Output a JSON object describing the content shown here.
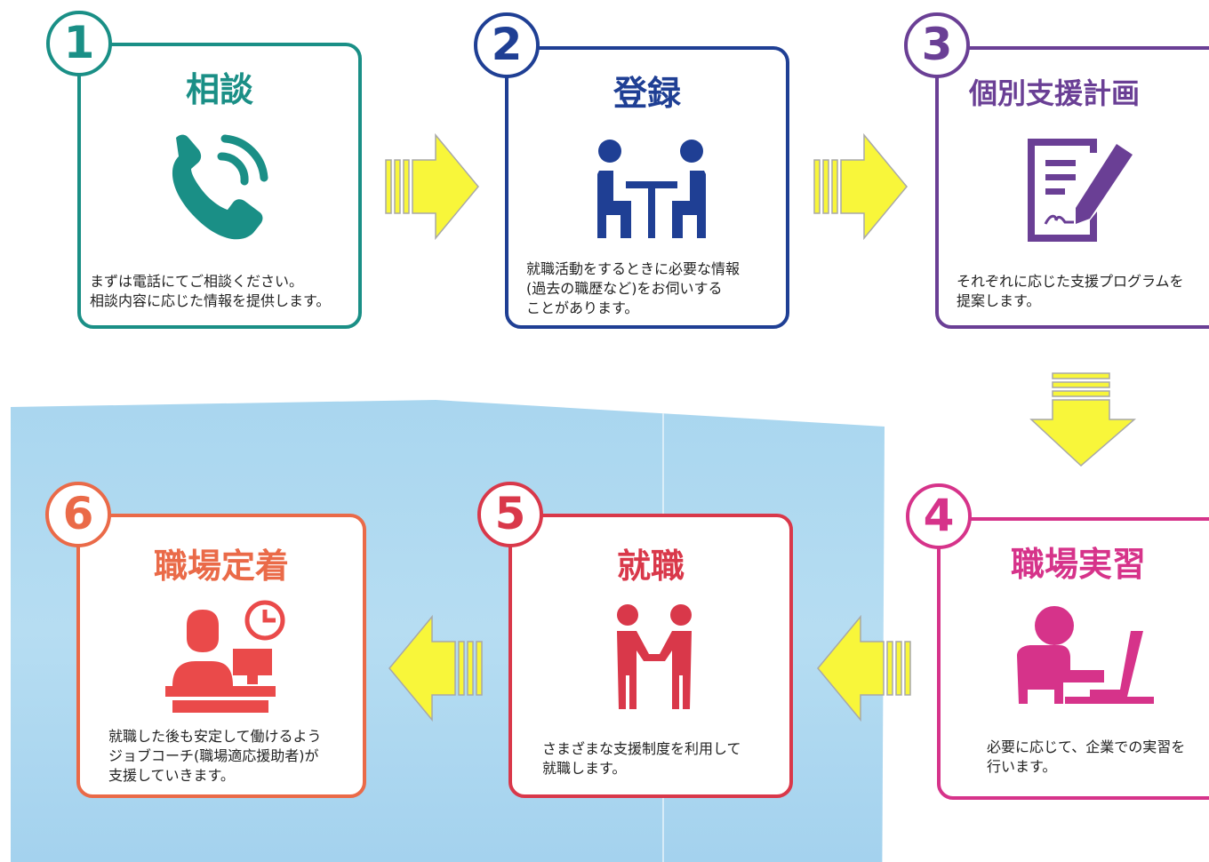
{
  "steps": [
    {
      "number": "1",
      "title": "相談",
      "color": "#1a8f86",
      "icon": "phone-icon",
      "lines": [
        "まずは電話にてご相談ください。",
        "相談内容に応じた情報を提供します。"
      ]
    },
    {
      "number": "2",
      "title": "登録",
      "color": "#1f3f94",
      "icon": "meeting-icon",
      "lines": [
        "就職活動をするときに必要な情報",
        "(過去の職歴など)をお伺いする",
        "ことがあります。"
      ]
    },
    {
      "number": "3",
      "title": "個別支援計画",
      "color": "#6a3f95",
      "icon": "document-signing-icon",
      "lines": [
        "それぞれに応じた支援プログラムを",
        "提案します。"
      ]
    },
    {
      "number": "4",
      "title": "職場実習",
      "color": "#d6338a",
      "icon": "laptop-worker-icon",
      "lines": [
        "必要に応じて、企業での実習を",
        "行います。"
      ]
    },
    {
      "number": "5",
      "title": "就職",
      "color": "#d9384a",
      "icon": "handshake-icon",
      "lines": [
        "さまざまな支援制度を利用して",
        "就職します。"
      ]
    },
    {
      "number": "6",
      "title": "職場定着",
      "color": "#ea6a48",
      "icon": "office-worker-icon",
      "lines": [
        "就職した後も安定して働けるよう",
        "ジョブコーチ(職場適応援助者)が",
        "支援していきます。"
      ]
    }
  ],
  "colors": {
    "arrow_fill": "#f8f63a",
    "arrow_stroke": "#a8a8a8",
    "panel": "#a9d6ef"
  }
}
